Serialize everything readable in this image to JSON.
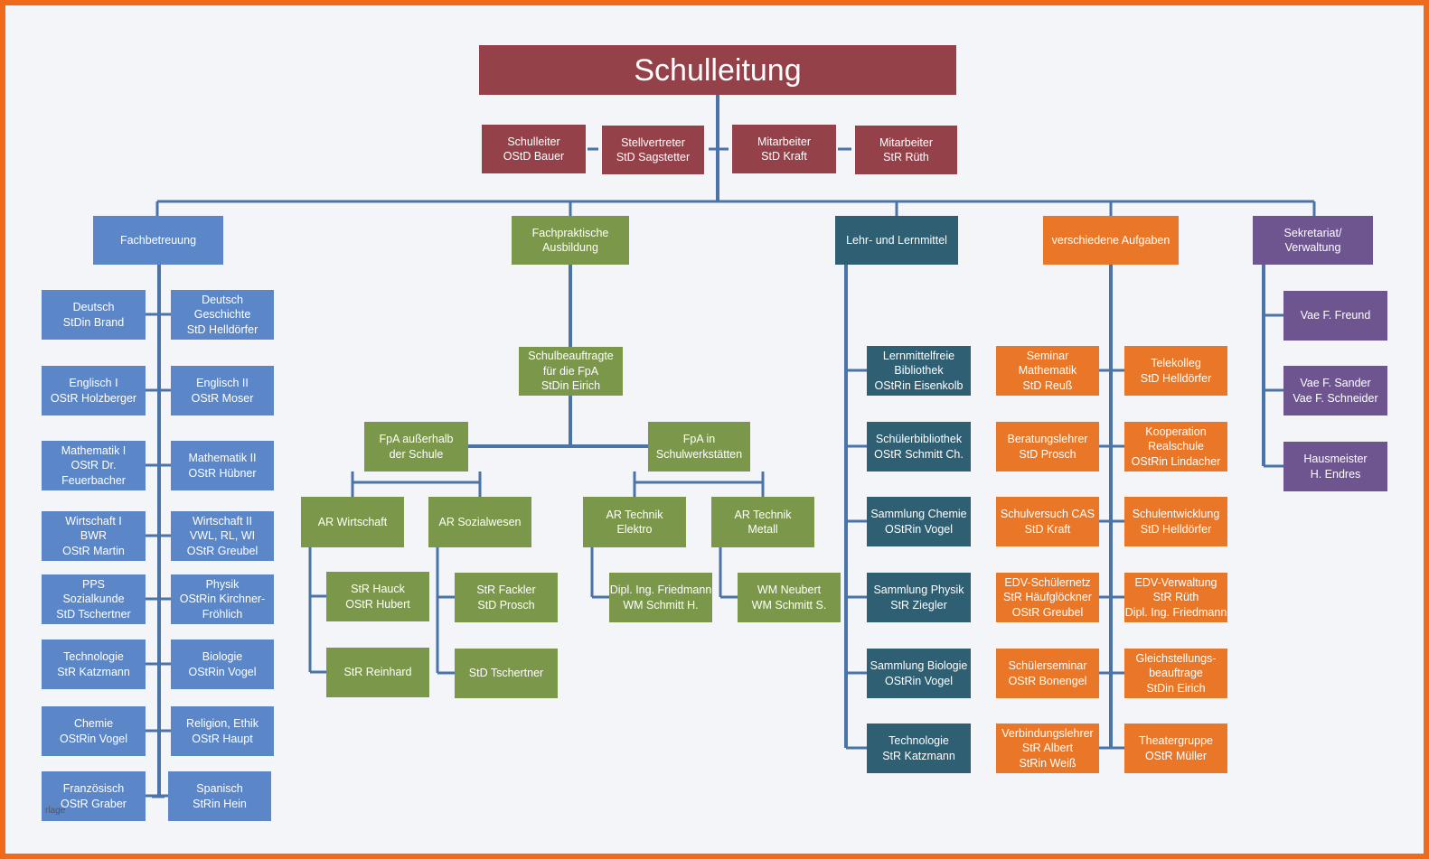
{
  "title": "Schulleitung",
  "leadership": [
    {
      "id": "schulleiter",
      "lines": [
        "Schulleiter",
        "OStD Bauer"
      ]
    },
    {
      "id": "stellvertreter",
      "lines": [
        "Stellvertreter",
        "StD Sagstetter"
      ]
    },
    {
      "id": "mitarbeiter-kraft",
      "lines": [
        "Mitarbeiter",
        "StD Kraft"
      ]
    },
    {
      "id": "mitarbeiter-rueth",
      "lines": [
        "Mitarbeiter",
        "StR Rüth"
      ]
    }
  ],
  "departments": [
    {
      "id": "fachbetreuung",
      "lines": [
        "Fachbetreuung"
      ]
    },
    {
      "id": "fachpraktische-ausbildung",
      "lines": [
        "Fachpraktische",
        "Ausbildung"
      ]
    },
    {
      "id": "lehr-und-lernmittel",
      "lines": [
        "Lehr- und Lernmittel"
      ]
    },
    {
      "id": "verschiedene-aufgaben",
      "lines": [
        "verschiedene Aufgaben"
      ]
    },
    {
      "id": "sekretariat",
      "lines": [
        "Sekretariat/",
        "Verwaltung"
      ]
    }
  ],
  "fachbetreuung_left": [
    {
      "lines": [
        "Deutsch",
        "StDin Brand"
      ]
    },
    {
      "lines": [
        "Englisch I",
        "OStR Holzberger"
      ]
    },
    {
      "lines": [
        "Mathematik I",
        "OStR Dr.",
        "Feuerbacher"
      ]
    },
    {
      "lines": [
        "Wirtschaft  I",
        "BWR",
        "OStR Martin"
      ]
    },
    {
      "lines": [
        "PPS",
        "Sozialkunde",
        "StD Tschertner"
      ]
    },
    {
      "lines": [
        "Technologie",
        "StR Katzmann"
      ]
    },
    {
      "lines": [
        "Chemie",
        "OStRin Vogel"
      ]
    },
    {
      "lines": [
        "Französisch",
        "OStR Graber"
      ]
    }
  ],
  "fachbetreuung_right": [
    {
      "lines": [
        "Deutsch",
        "Geschichte",
        "StD Helldörfer"
      ]
    },
    {
      "lines": [
        "Englisch II",
        "OStR Moser"
      ]
    },
    {
      "lines": [
        "Mathematik II",
        "OStR Hübner"
      ]
    },
    {
      "lines": [
        "Wirtschaft II",
        "VWL, RL, WI",
        "OStR Greubel"
      ]
    },
    {
      "lines": [
        "Physik",
        "OStRin Kirchner-",
        "Fröhlich"
      ]
    },
    {
      "lines": [
        "Biologie",
        "OStRin Vogel"
      ]
    },
    {
      "lines": [
        "Religion, Ethik",
        "OStR Haupt"
      ]
    },
    {
      "lines": [
        "Spanisch",
        "StRin Hein"
      ]
    }
  ],
  "fpa": {
    "schulbeauftragte": {
      "lines": [
        "Schulbeauftragte",
        "für die FpA",
        "StDin Eirich"
      ]
    },
    "ausserhalb": {
      "lines": [
        "FpA außerhalb",
        "der Schule"
      ]
    },
    "werkstaetten": {
      "lines": [
        "FpA in",
        "Schulwerkstätten"
      ]
    },
    "ar_wirtschaft": {
      "lines": [
        "AR Wirtschaft"
      ]
    },
    "ar_sozialwesen": {
      "lines": [
        "AR Sozialwesen"
      ]
    },
    "ar_elektro": {
      "lines": [
        "AR Technik",
        "Elektro"
      ]
    },
    "ar_metall": {
      "lines": [
        "AR Technik",
        "Metall"
      ]
    },
    "hauck": {
      "lines": [
        "StR Hauck",
        "OStR Hubert"
      ]
    },
    "reinhard": {
      "lines": [
        "StR Reinhard"
      ]
    },
    "fackler": {
      "lines": [
        "StR Fackler",
        "StD Prosch"
      ]
    },
    "tschertner": {
      "lines": [
        "StD Tschertner"
      ]
    },
    "friedmann": {
      "lines": [
        "Dipl. Ing. Friedmann",
        "WM Schmitt H."
      ]
    },
    "neubert": {
      "lines": [
        "WM Neubert",
        "WM Schmitt S."
      ]
    }
  },
  "lernmittel": [
    {
      "lines": [
        "Lernmittelfreie",
        "Bibliothek",
        "OStRin Eisenkolb"
      ]
    },
    {
      "lines": [
        "Schülerbibliothek",
        "OStR Schmitt Ch."
      ]
    },
    {
      "lines": [
        "Sammlung Chemie",
        "OStRin Vogel"
      ]
    },
    {
      "lines": [
        "Sammlung Physik",
        "StR Ziegler"
      ]
    },
    {
      "lines": [
        "Sammlung Biologie",
        "OStRin Vogel"
      ]
    },
    {
      "lines": [
        "Technologie",
        "StR Katzmann"
      ]
    }
  ],
  "aufgaben_left": [
    {
      "lines": [
        "Seminar",
        "Mathematik",
        "StD Reuß"
      ]
    },
    {
      "lines": [
        "Beratungslehrer",
        "StD Prosch"
      ]
    },
    {
      "lines": [
        "Schulversuch  CAS",
        "StD Kraft"
      ]
    },
    {
      "lines": [
        "EDV-Schülernetz",
        "StR Häufglöckner",
        "OStR Greubel"
      ]
    },
    {
      "lines": [
        "Schülerseminar",
        "OStR Bonengel"
      ]
    },
    {
      "lines": [
        "Verbindungslehrer",
        "StR Albert",
        "StRin Weiß"
      ]
    }
  ],
  "aufgaben_right": [
    {
      "lines": [
        "Telekolleg",
        "StD Helldörfer"
      ]
    },
    {
      "lines": [
        "Kooperation",
        "Realschule",
        "OStRin Lindacher"
      ]
    },
    {
      "lines": [
        "Schulentwicklung",
        "StD Helldörfer"
      ]
    },
    {
      "lines": [
        "EDV-Verwaltung",
        "StR Rüth",
        "Dipl. Ing. Friedmann"
      ]
    },
    {
      "lines": [
        "Gleichstellungs-",
        "beauftrage",
        "StDin Eirich"
      ]
    },
    {
      "lines": [
        "Theatergruppe",
        "OStR Müller"
      ]
    }
  ],
  "sekretariat_staff": [
    {
      "lines": [
        "Vae F. Freund"
      ]
    },
    {
      "lines": [
        "Vae F. Sander",
        "Vae F. Schneider"
      ]
    },
    {
      "lines": [
        "Hausmeister",
        "H. Endres"
      ]
    }
  ],
  "watermark": "rlage",
  "colors": {
    "leitung": "#95414a",
    "fachbetreuung": "#5b87c8",
    "fpa": "#7b984a",
    "lernmittel": "#2e5f72",
    "aufgaben": "#e97727",
    "sekretariat": "#6f5590",
    "connector": "#4a74a8",
    "frame": "#f06a1c",
    "background": "#f4f5f8"
  }
}
